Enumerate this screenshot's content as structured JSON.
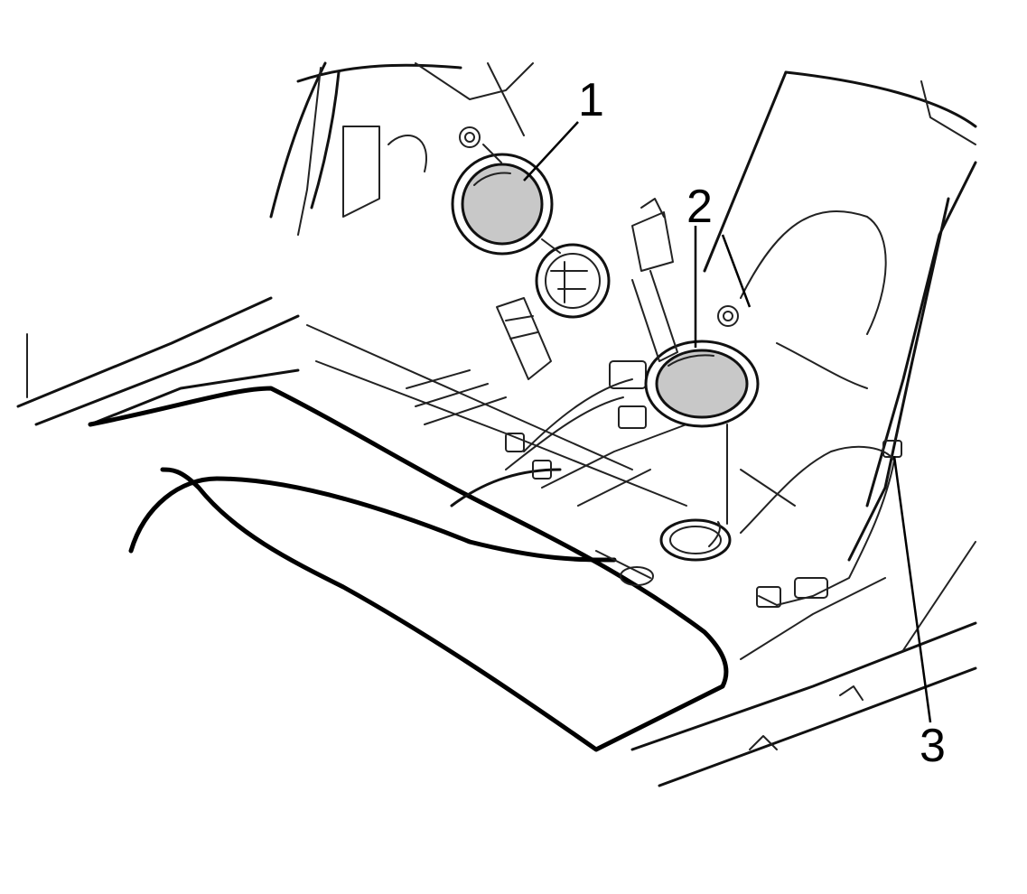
{
  "callouts": [
    {
      "id": "1",
      "label": "1"
    },
    {
      "id": "2",
      "label": "2"
    },
    {
      "id": "3",
      "label": "3"
    }
  ],
  "colors": {
    "ink": "#111111",
    "cover_fill": "#c8c8c8",
    "background": "#ffffff"
  }
}
